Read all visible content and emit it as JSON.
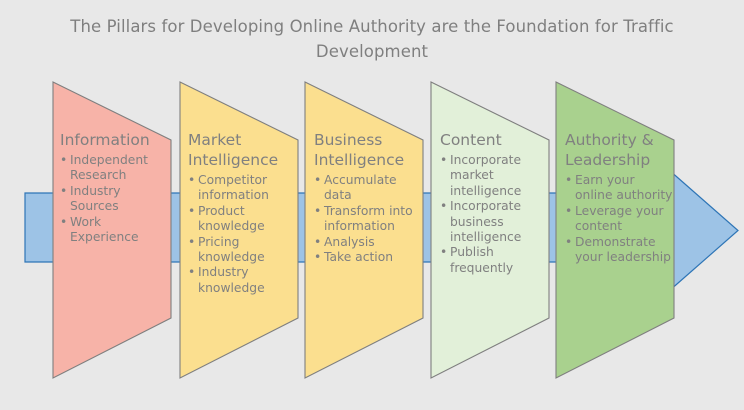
{
  "title": "The Pillars for Developing Online Authority are the Foundation for Traffic Development",
  "colors": {
    "background": "#E8E8E8",
    "text_gray": "#7F7F7F",
    "arrow_blue": "#9DC3E6",
    "arrow_blue_border": "#2E75B6",
    "pillar_border": "#7F7F7F"
  },
  "arrow": {
    "name": "process-flow-arrow",
    "fill": "#9DC3E6"
  },
  "pillars": [
    {
      "id": "information",
      "heading": "Information",
      "fill": "#F7B3A8",
      "items": [
        "Independent Research",
        "Industry Sources",
        "Work Experience"
      ]
    },
    {
      "id": "market-intelligence",
      "heading": "Market Intelligence",
      "fill": "#FBDF8F",
      "items": [
        "Competitor information",
        "Product knowledge",
        "Pricing knowledge",
        "Industry knowledge"
      ]
    },
    {
      "id": "business-intelligence",
      "heading": "Business Intelligence",
      "fill": "#FBDF8F",
      "items": [
        "Accumulate data",
        "Transform into information",
        "Analysis",
        "Take action"
      ]
    },
    {
      "id": "content",
      "heading": "Content",
      "fill": "#E2F0D9",
      "items": [
        "Incorporate market intelligence",
        "Incorporate business intelligence",
        "Publish frequently"
      ]
    },
    {
      "id": "authority-leadership",
      "heading": "Authority & Leadership",
      "fill": "#A9D18E",
      "items": [
        "Earn your online authority",
        "Leverage your content",
        "Demonstrate your leadership"
      ]
    }
  ]
}
